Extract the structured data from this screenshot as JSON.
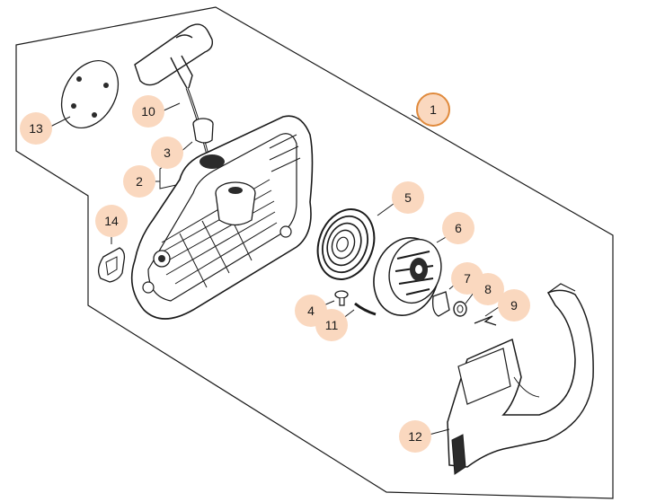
{
  "colors": {
    "background": "#ffffff",
    "line": "#1a1a1a",
    "part_fill": "#ffffff",
    "part_dark": "#2b2b2b",
    "callout_fill": "#fad8bf",
    "highlight_ring": "#e08a3c"
  },
  "callouts": {
    "c1": "1",
    "c2": "2",
    "c3": "3",
    "c4": "4",
    "c5": "5",
    "c6": "6",
    "c7": "7",
    "c8": "8",
    "c9": "9",
    "c10": "10",
    "c11": "11",
    "c12": "12",
    "c13": "13",
    "c14": "14"
  },
  "highlighted_callout": "1"
}
